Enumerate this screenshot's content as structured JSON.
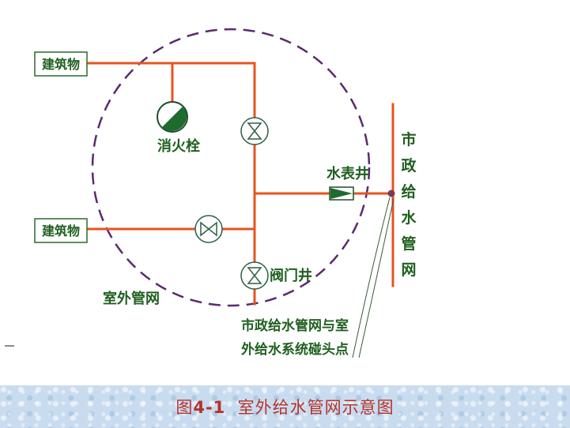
{
  "colors": {
    "pipe": "#e8531f",
    "boundary": "#5a2a6e",
    "label": "#1f5f1f",
    "valve": "#2e5d46",
    "caption": "#b5322a",
    "caption_bg": "#c9dcef"
  },
  "labels": {
    "building_top": "建筑物",
    "building_bottom": "建筑物",
    "hydrant": "消火栓",
    "meter_well": "水表井",
    "valve_well": "阀门井",
    "outdoor_network": "室外管网",
    "municipal_main": [
      "市",
      "政",
      "给",
      "水",
      "管",
      "网"
    ],
    "connection_point_line1": "市政给水管网与室",
    "connection_point_line2": "外给水系统碰头点"
  },
  "caption": {
    "prefix": "图",
    "number": "4-1",
    "title": "室外给水管网示意图"
  }
}
